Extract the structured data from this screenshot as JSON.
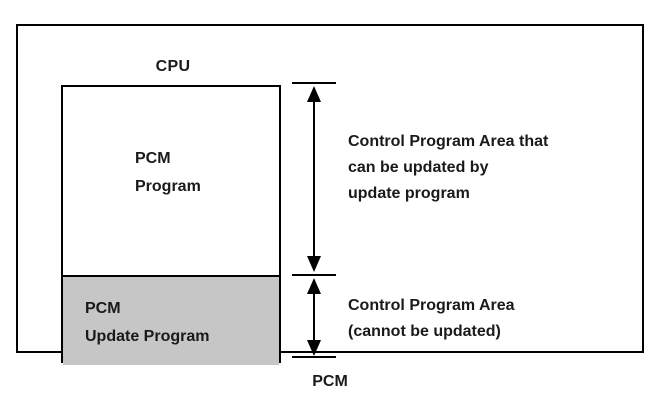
{
  "figure": {
    "caption": "PCM",
    "cpu_label": "CPU",
    "colors": {
      "stroke": "#000000",
      "background": "#ffffff",
      "shaded_segment": "#c6c6c6",
      "text": "#1a1a1a"
    },
    "memory_box": {
      "segments": [
        {
          "id": "pcm-program",
          "label": "PCM\nProgram",
          "fill": "#ffffff"
        },
        {
          "id": "pcm-update-program",
          "label": "PCM\nUpdate Program",
          "fill": "#c6c6c6"
        }
      ]
    },
    "annotations": [
      {
        "id": "updatable-area",
        "text": "Control Program Area that\ncan be updated by\nupdate program",
        "arrow": "double-headed-vertical"
      },
      {
        "id": "non-updatable-area",
        "text": "Control Program Area\n(cannot be updated)",
        "arrow": "double-headed-vertical"
      }
    ]
  }
}
